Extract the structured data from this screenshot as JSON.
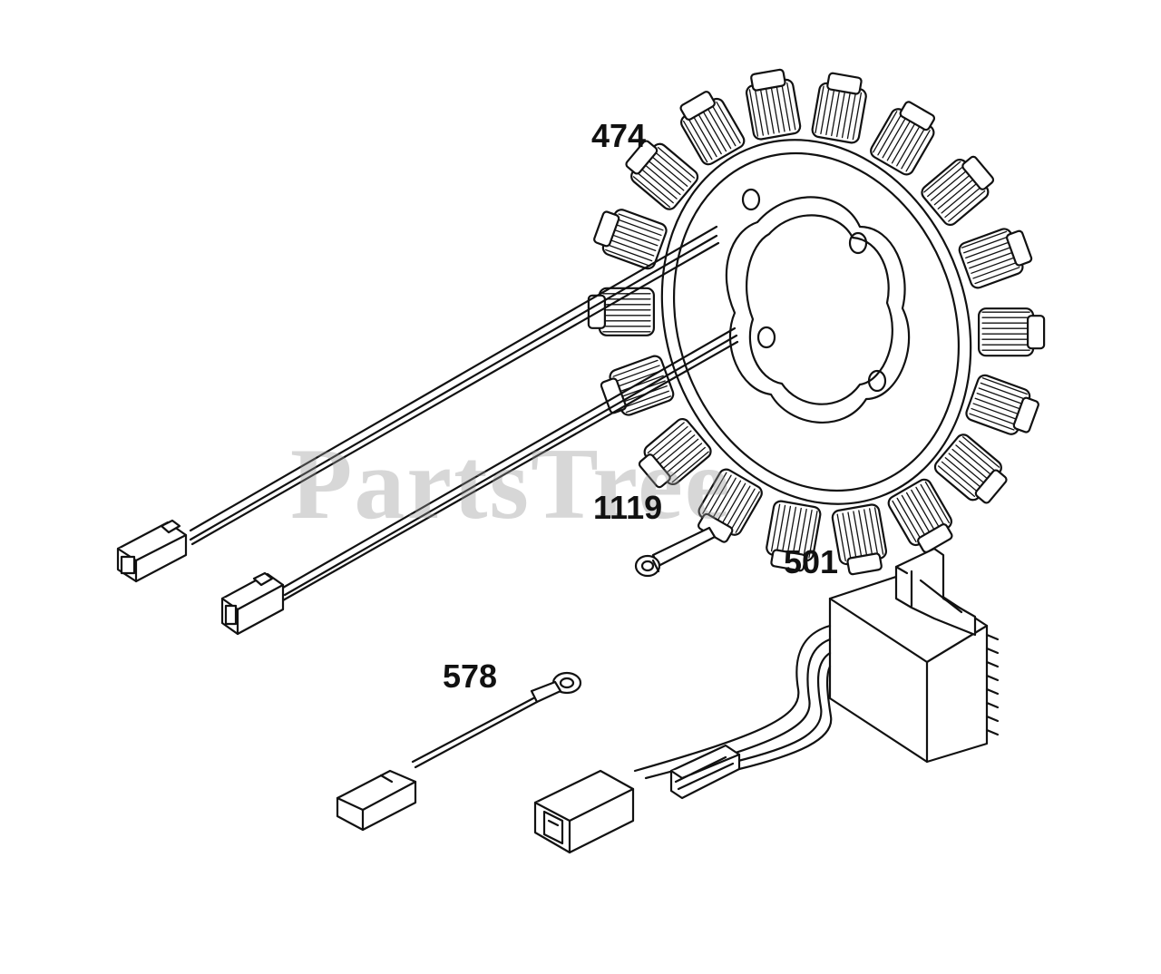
{
  "diagram": {
    "watermark": "PartsTree",
    "parts": [
      {
        "id": "474",
        "label": "474",
        "name": "stator"
      },
      {
        "id": "1119",
        "label": "1119",
        "name": "screw"
      },
      {
        "id": "501",
        "label": "501",
        "name": "regulator"
      },
      {
        "id": "578",
        "label": "578",
        "name": "ground-wire"
      }
    ]
  },
  "colors": {
    "line": "#111111",
    "watermark": "#969696",
    "background": "#ffffff"
  }
}
